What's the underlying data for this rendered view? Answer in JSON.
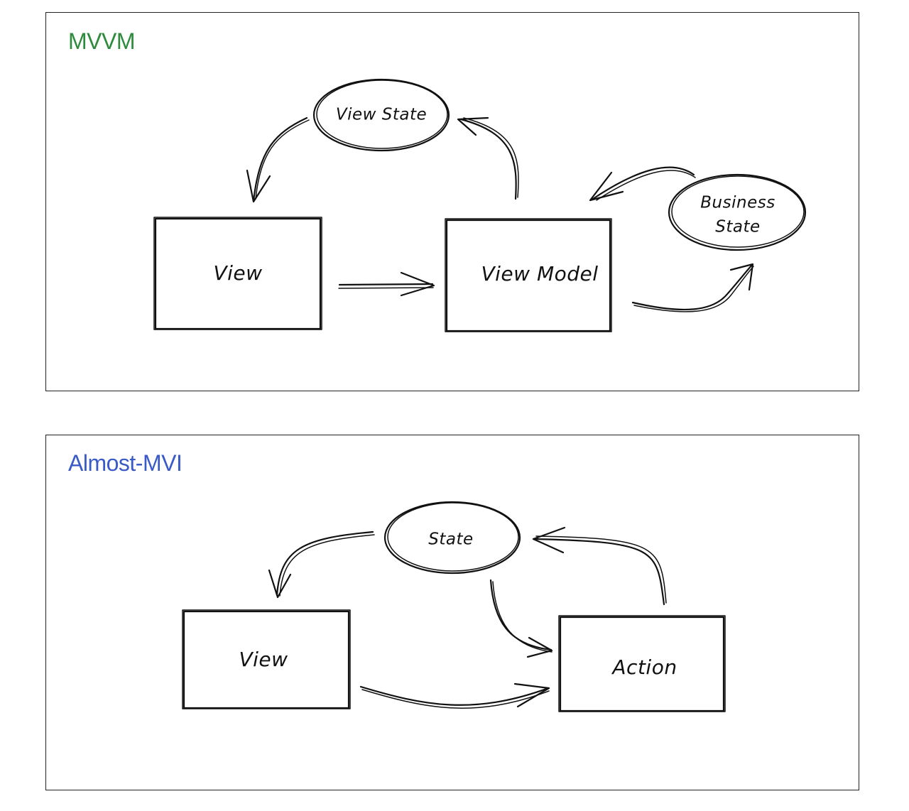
{
  "colors": {
    "mvvm_title": "#2e8b3e",
    "mvi_title": "#3a5bc7",
    "stroke": "#111111"
  },
  "mvvm": {
    "title": "MVVM",
    "nodes": {
      "view_state": "View State",
      "view": "View",
      "view_model": "View Model",
      "business_state_line1": "Business",
      "business_state_line2": "State"
    }
  },
  "mvi": {
    "title": "Almost-MVI",
    "nodes": {
      "state": "State",
      "view": "View",
      "action": "Action"
    }
  }
}
